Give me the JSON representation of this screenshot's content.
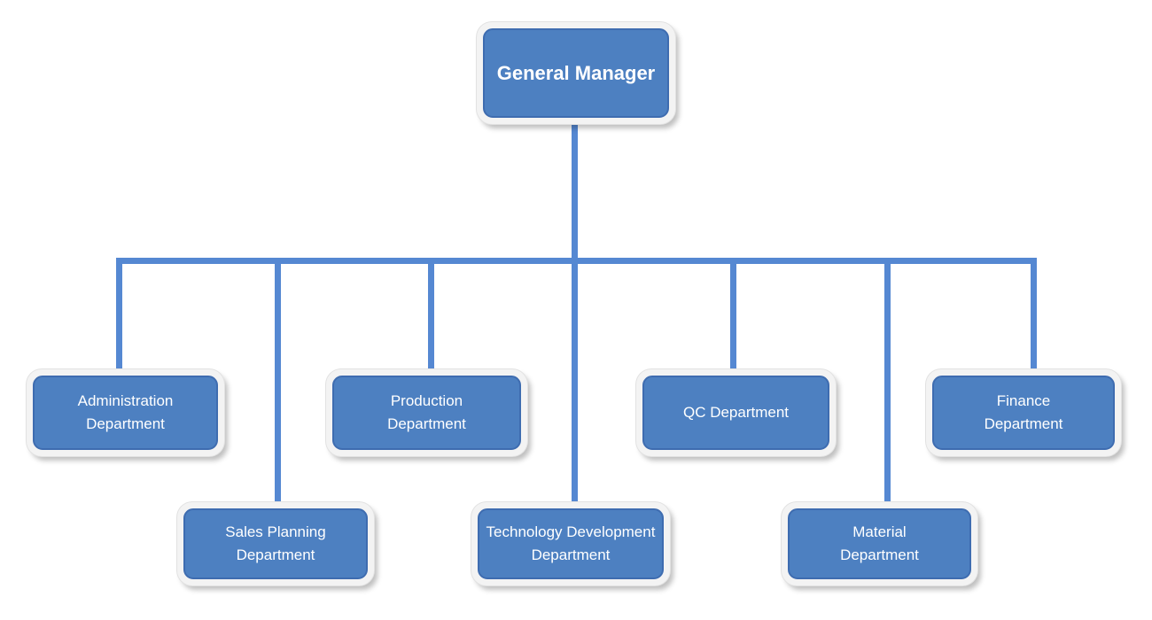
{
  "org": {
    "root": {
      "id": "general-manager",
      "label": "General Manager"
    },
    "children": [
      {
        "id": "administration-department",
        "label": "Administration\nDepartment",
        "row": "upper"
      },
      {
        "id": "sales-planning-department",
        "label": "Sales Planning\nDepartment",
        "row": "lower"
      },
      {
        "id": "production-department",
        "label": "Production\nDepartment",
        "row": "upper"
      },
      {
        "id": "technology-development-department",
        "label": "Technology Development\nDepartment",
        "row": "lower"
      },
      {
        "id": "qc-department",
        "label": "QC Department",
        "row": "upper"
      },
      {
        "id": "material-department",
        "label": "Material\nDepartment",
        "row": "lower"
      },
      {
        "id": "finance-department",
        "label": "Finance\nDepartment",
        "row": "upper"
      }
    ]
  },
  "colors": {
    "node_fill": "#4d80c1",
    "node_border": "#3e6cb0",
    "node_text": "#ffffff",
    "connector": "#5588d2",
    "frame_fill": "#f3f3f3",
    "frame_edge": "#e2e2e2",
    "background": "#ffffff"
  }
}
